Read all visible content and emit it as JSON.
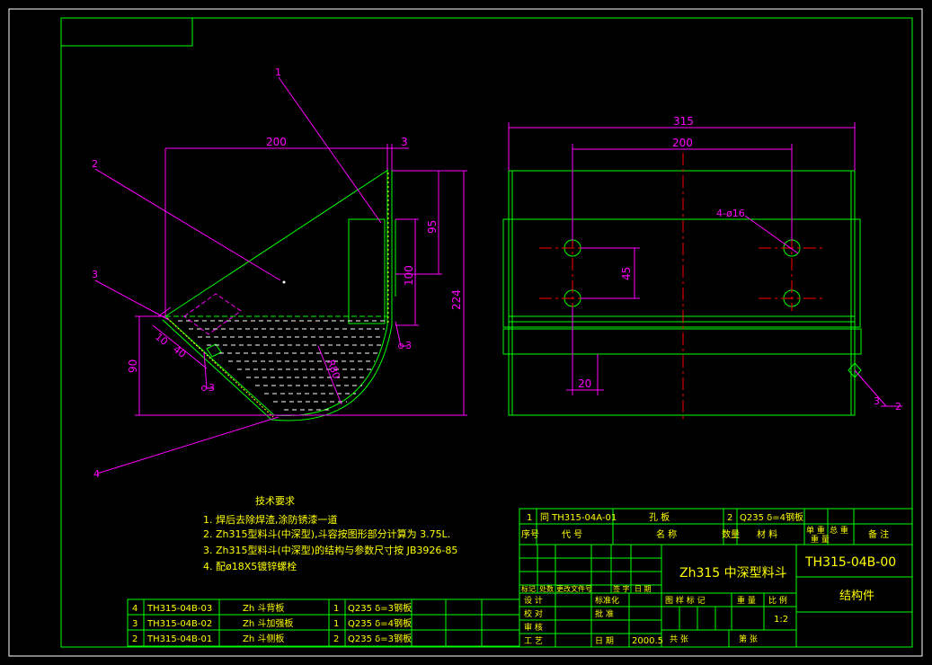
{
  "colors": {
    "background": "#000000",
    "frame": "#00ff00",
    "dimension": "#ff00ff",
    "text": "#ffff00",
    "white": "#ffffff",
    "center": "#ff0000"
  },
  "side_view": {
    "callouts": [
      "1",
      "2",
      "3",
      "4"
    ],
    "dims": {
      "width_200": "200",
      "thickness_3": "3",
      "height_95": "95",
      "height_100": "100",
      "height_224": "224",
      "height_90": "90",
      "d_10": "10",
      "d_40": "40",
      "radius": "R80"
    },
    "welds": [
      "3",
      "3",
      "3"
    ]
  },
  "front_view": {
    "dims": {
      "width_315": "315",
      "width_200": "200",
      "hole_pitch_45": "45",
      "edge_20": "20",
      "holes": "4-ø16"
    },
    "weld_symbol": [
      "3",
      "2"
    ]
  },
  "tech_requirements": {
    "title": "技术要求",
    "items": [
      "1. 焊后去除焊渣,涂防锈漆一道",
      "2. Zh315型料斗(中深型),斗容按图形部分计算为 3.75L.",
      "3. Zh315型料斗(中深型)的结构与参数尺寸按 JB3926-85",
      "4. 配ø18X5镀锌螺栓"
    ]
  },
  "parts_list_lower": [
    {
      "no": "4",
      "code": "TH315-04B-03",
      "name": "Zh 斗背板",
      "qty": "1",
      "material": "Q235 δ=3钢板"
    },
    {
      "no": "3",
      "code": "TH315-04B-02",
      "name": "Zh 斗加强板",
      "qty": "1",
      "material": "Q235 δ=4钢板"
    },
    {
      "no": "2",
      "code": "TH315-04B-01",
      "name": "Zh 斗侧板",
      "qty": "2",
      "material": "Q235 δ=3钢板"
    }
  ],
  "parts_list_upper": {
    "no": "1",
    "code": "同 TH315-04A-01",
    "name": "孔 板",
    "qty": "2",
    "material": "Q235 δ=4钢板"
  },
  "parts_header": {
    "no": "序号",
    "code": "代 号",
    "name": "名 称",
    "qty": "数量",
    "material": "材 料",
    "unit_weight": "单 重",
    "total_weight": "总 重",
    "weight": "重 量",
    "remark": "备 注"
  },
  "title_block": {
    "drawing_name": "Zh315 中深型料斗",
    "drawing_no": "TH315-04B-00",
    "type": "结构件",
    "scale": "1:2",
    "date": "2000.5",
    "labels": {
      "mark": "标记",
      "count": "处数",
      "change_doc": "更改文件号",
      "sign": "签 字",
      "date_label": "日 期",
      "design": "设 计",
      "standard": "标准化",
      "check": "校 对",
      "approve": "批 准",
      "audit": "审 核",
      "process": "工 艺",
      "date": "日 期",
      "stage_mark": "图 样 标 记",
      "weight": "重 量",
      "scale_label": "比 例",
      "total_sheets": "共 张",
      "sheet": "第 张"
    }
  }
}
